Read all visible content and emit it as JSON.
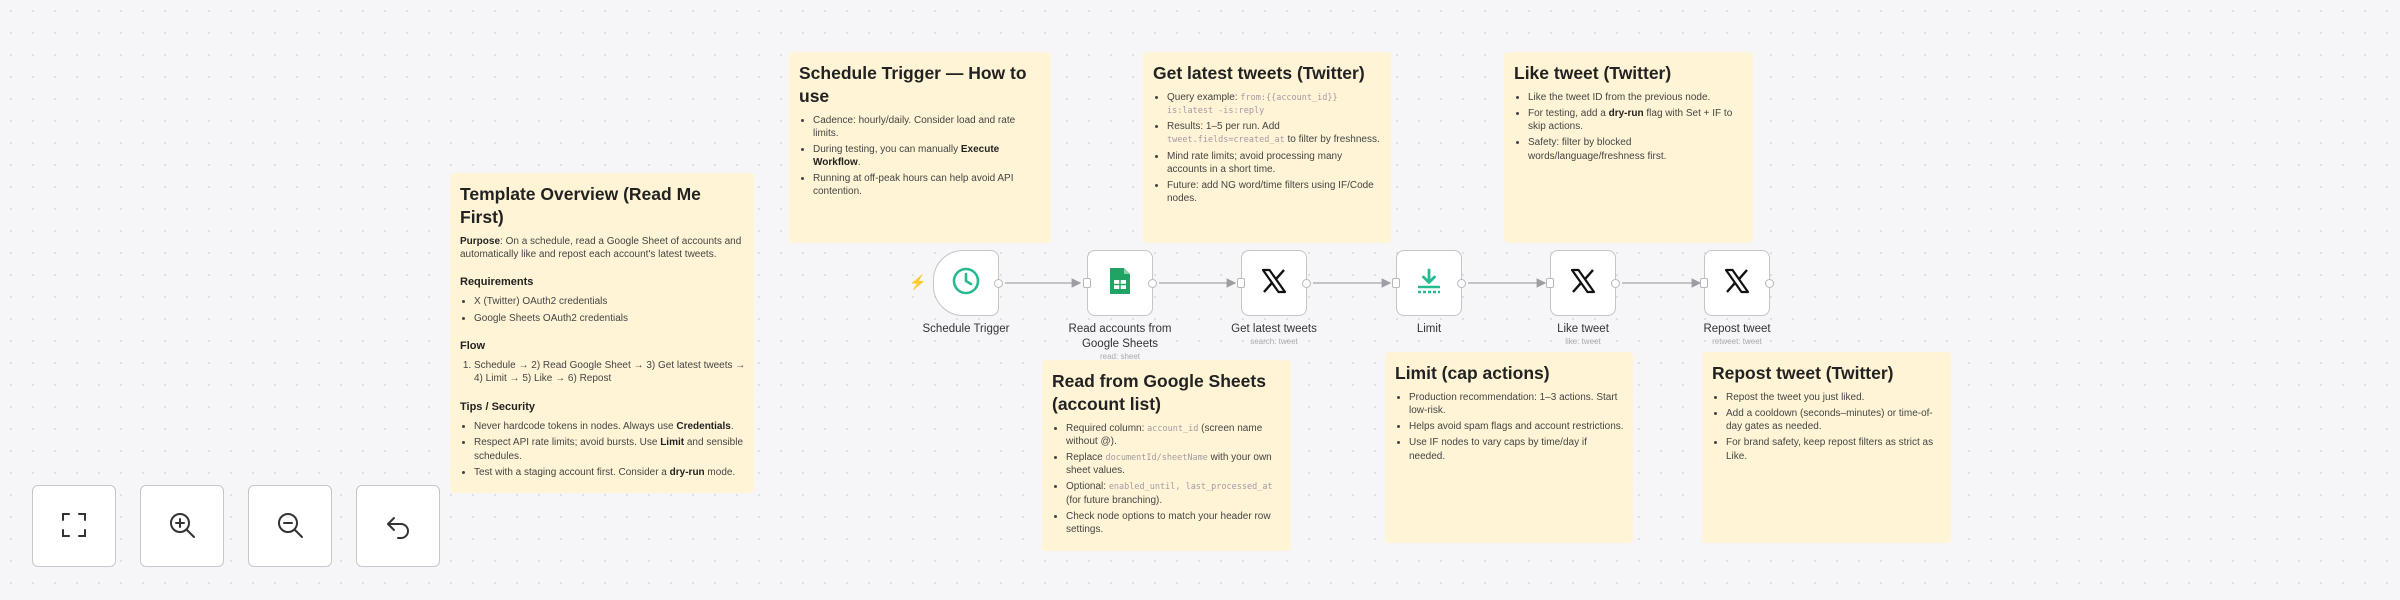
{
  "colors": {
    "sticky_bg": "#fff5d6",
    "canvas_bg": "#f6f6f8",
    "trigger_icon": "#27b991",
    "sheets_icon": "#21a366",
    "limit_icon": "#27b991",
    "x_icon": "#111111",
    "accent_lightning": "#ff6d5a"
  },
  "notes": {
    "overview": {
      "title": "Template Overview (Read Me First)",
      "purpose_label": "Purpose",
      "purpose_text": ": On a schedule, read a Google Sheet of accounts and automatically like and repost each account's latest tweets.",
      "requirements_heading": "Requirements",
      "requirements": [
        "X (Twitter) OAuth2 credentials",
        "Google Sheets OAuth2 credentials"
      ],
      "flow_heading": "Flow",
      "flow": [
        "Schedule → 2) Read Google Sheet → 3) Get latest tweets → 4) Limit → 5) Like → 6) Repost"
      ],
      "tips_heading": "Tips / Security",
      "tip1_a": "Never hardcode tokens in nodes. Always use ",
      "tip1_b": "Credentials",
      "tip1_c": ".",
      "tip2_a": "Respect API rate limits; avoid bursts. Use ",
      "tip2_b": "Limit",
      "tip2_c": " and sensible schedules.",
      "tip3_a": "Test with a staging account first. Consider a ",
      "tip3_b": "dry-run",
      "tip3_c": " mode."
    },
    "schedule": {
      "title": "Schedule Trigger — How to use",
      "item1": "Cadence: hourly/daily. Consider load and rate limits.",
      "item2_a": "During testing, you can manually ",
      "item2_b": "Execute Workflow",
      "item2_c": ".",
      "item3": "Running at off-peak hours can help avoid API contention."
    },
    "get_latest": {
      "title": "Get latest tweets (Twitter)",
      "item1_a": "Query example: ",
      "item1_code": "from:{{account_id}} is:latest -is:reply",
      "item2_a": "Results: 1–5 per run. Add ",
      "item2_code": "tweet.fields=created_at",
      "item2_c": " to filter by freshness.",
      "item3": "Mind rate limits; avoid processing many accounts in a short time.",
      "item4": "Future: add NG word/time filters using IF/Code nodes."
    },
    "like": {
      "title": "Like tweet (Twitter)",
      "item1": "Like the tweet ID from the previous node.",
      "item2_a": "For testing, add a ",
      "item2_b": "dry-run",
      "item2_c": " flag with Set + IF to skip actions.",
      "item3": "Safety: filter by blocked words/language/freshness first."
    },
    "read_sheets": {
      "title": "Read from Google Sheets (account list)",
      "item1_a": "Required column: ",
      "item1_code": "account_id",
      "item1_c": " (screen name without @).",
      "item2_a": "Replace ",
      "item2_code": "documentId/sheetName",
      "item2_c": " with your own sheet values.",
      "item3_a": "Optional: ",
      "item3_code": "enabled_until, last_processed_at",
      "item3_c": " (for future branching).",
      "item4": "Check node options to match your header row settings."
    },
    "limit": {
      "title": "Limit (cap actions)",
      "item1": "Production recommendation: 1–3 actions. Start low-risk.",
      "item2": "Helps avoid spam flags and account restrictions.",
      "item3": "Use IF nodes to vary caps by time/day if needed."
    },
    "repost": {
      "title": "Repost tweet (Twitter)",
      "item1": "Repost the tweet you just liked.",
      "item2": "Add a cooldown (seconds–minutes) or time-of-day gates as needed.",
      "item3": "For brand safety, keep repost filters as strict as Like."
    }
  },
  "nodes": [
    {
      "label": "Schedule Trigger",
      "sub": "",
      "icon": "clock-icon"
    },
    {
      "label": "Read accounts from Google Sheets",
      "sub": "read: sheet",
      "icon": "google-sheets-icon"
    },
    {
      "label": "Get latest tweets",
      "sub": "search: tweet",
      "icon": "x-logo-icon"
    },
    {
      "label": "Limit",
      "sub": "",
      "icon": "limit-icon"
    },
    {
      "label": "Like tweet",
      "sub": "like: tweet",
      "icon": "x-logo-icon"
    },
    {
      "label": "Repost tweet",
      "sub": "retweet: tweet",
      "icon": "x-logo-icon"
    }
  ],
  "controls": [
    "fit-view-icon",
    "zoom-in-icon",
    "zoom-out-icon",
    "reset-zoom-icon"
  ]
}
